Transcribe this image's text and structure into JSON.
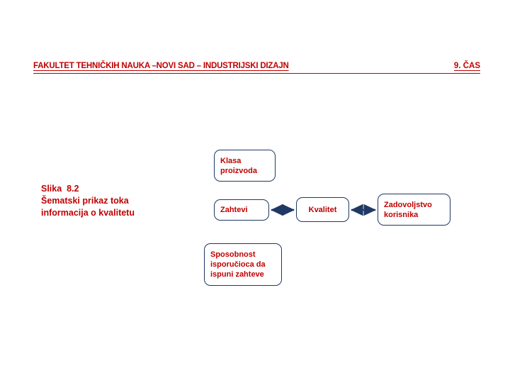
{
  "header": {
    "title": "FAKULTET TEHNIČKIH NAUKA –NOVI SAD – INDUSTRIJSKI DIZAJN",
    "lesson": "9. ČAS"
  },
  "caption": {
    "line1": "Slika  8.2",
    "line2": "Šematski prikaz toka",
    "line3": "informacija o kvalitetu"
  },
  "diagram": {
    "nodes": [
      {
        "id": "klasa",
        "label": "Klasa\nproizvoda"
      },
      {
        "id": "zahtevi",
        "label": "Zahtevi"
      },
      {
        "id": "kvalitet",
        "label": "Kvalitet"
      },
      {
        "id": "zadovoljstvo",
        "label": "Zadovoljstvo\nkorisnika"
      },
      {
        "id": "sposobnost",
        "label": "Sposobnost\nisporučioca da\nispuni zahteve"
      }
    ],
    "edges": [
      {
        "from": "zahtevi",
        "to": "kvalitet",
        "style": "double-arrow"
      },
      {
        "from": "kvalitet",
        "to": "zadovoljstvo",
        "style": "double-arrow"
      }
    ]
  },
  "colors": {
    "text_red": "#C00000",
    "box_border": "#1F3864",
    "arrow": "#1F3864",
    "background": "#FFFFFF"
  }
}
